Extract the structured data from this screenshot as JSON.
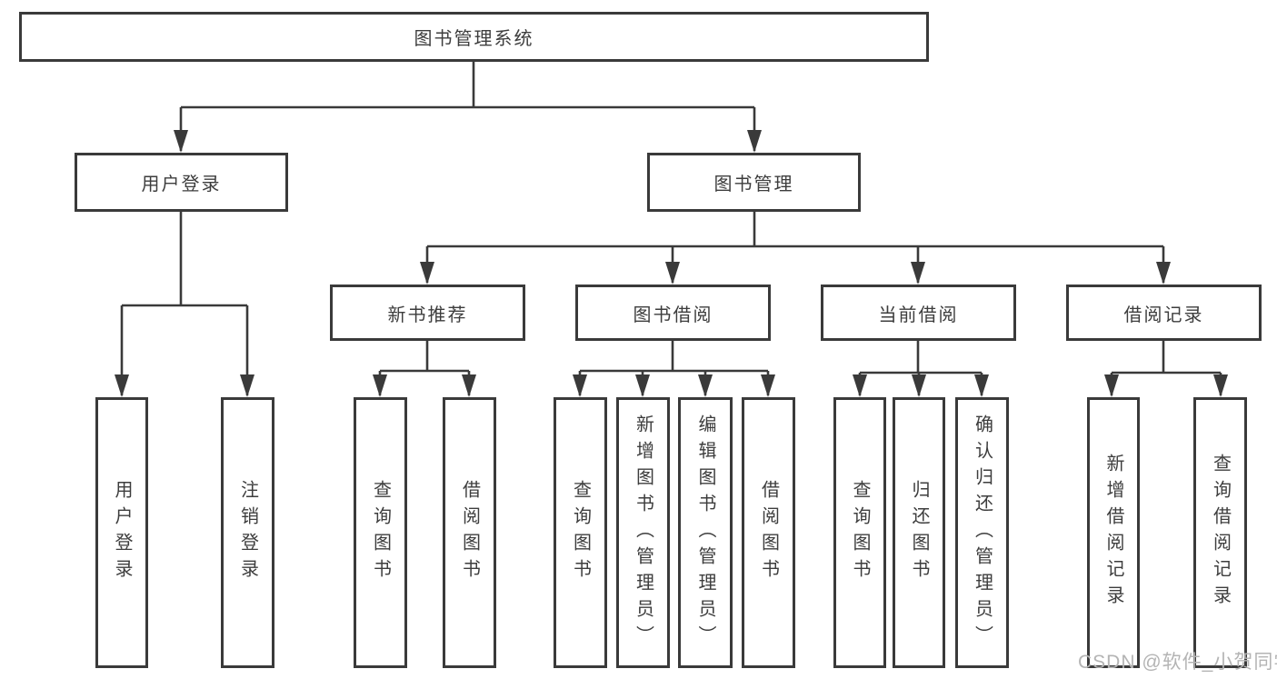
{
  "diagram": {
    "title": "图书管理系统",
    "colors": {
      "line": "#3a3a3a",
      "box_border": "#3a3a3a",
      "text": "#3d3d3d",
      "background": "#ffffff",
      "watermark": "#b4b4b4"
    },
    "tree": {
      "root": {
        "label": "图书管理系统"
      },
      "level2": [
        {
          "label": "用户登录"
        },
        {
          "label": "图书管理"
        }
      ],
      "level3": [
        {
          "label": "新书推荐"
        },
        {
          "label": "图书借阅"
        },
        {
          "label": "当前借阅"
        },
        {
          "label": "借阅记录"
        }
      ],
      "leaves": {
        "user_login": [
          {
            "label": "用户登录"
          },
          {
            "label": "注销登录"
          }
        ],
        "new_books": [
          {
            "label": "查询图书"
          },
          {
            "label": "借阅图书"
          }
        ],
        "book_borrow": [
          {
            "label": "查询图书"
          },
          {
            "label": "新增图书（管理员）"
          },
          {
            "label": "编辑图书（管理员）"
          },
          {
            "label": "借阅图书"
          }
        ],
        "current_borrow": [
          {
            "label": "查询图书"
          },
          {
            "label": "归还图书"
          },
          {
            "label": "确认归还（管理员）"
          }
        ],
        "borrow_records": [
          {
            "label": "新增借阅记录"
          },
          {
            "label": "查询借阅记录"
          }
        ]
      }
    },
    "watermark": {
      "text": "CSDN @软件_小贺同学"
    }
  }
}
